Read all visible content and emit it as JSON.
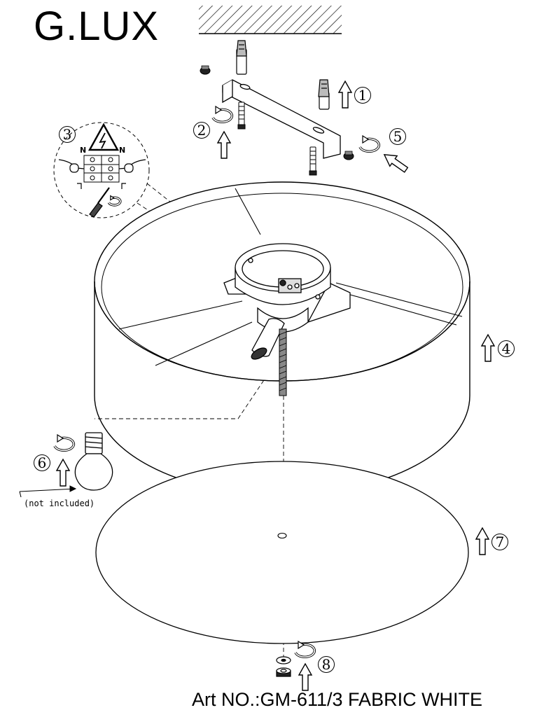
{
  "brand": "G.LUX",
  "art_number": "Art NO.:GM-611/3 FABRIC WHITE",
  "bulb_note": "(not included)",
  "steps": [
    "1",
    "2",
    "3",
    "4",
    "5",
    "6",
    "7",
    "8"
  ],
  "wiring_labels": {
    "left": "N",
    "right": "N"
  },
  "icons": {
    "warning": "high-voltage-warning-icon",
    "rotate": "rotate-arrow-icon",
    "up": "up-arrow-icon",
    "screwdriver": "screwdriver-icon"
  }
}
